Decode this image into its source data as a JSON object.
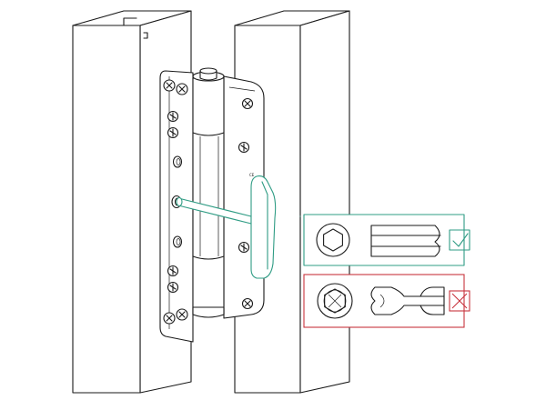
{
  "figure": {
    "frame_marking": "",
    "colors": {
      "line": "#1a1a1a",
      "correct_accent": "#2f9c84",
      "incorrect_accent": "#c8343e",
      "background": "#ffffff"
    },
    "callouts": [
      {
        "name": "correct-tool",
        "verdict": "correct",
        "icon": "check-icon",
        "color": "#2f9c84"
      },
      {
        "name": "incorrect-tool",
        "verdict": "incorrect",
        "icon": "cross-icon",
        "color": "#c8343e"
      }
    ]
  }
}
